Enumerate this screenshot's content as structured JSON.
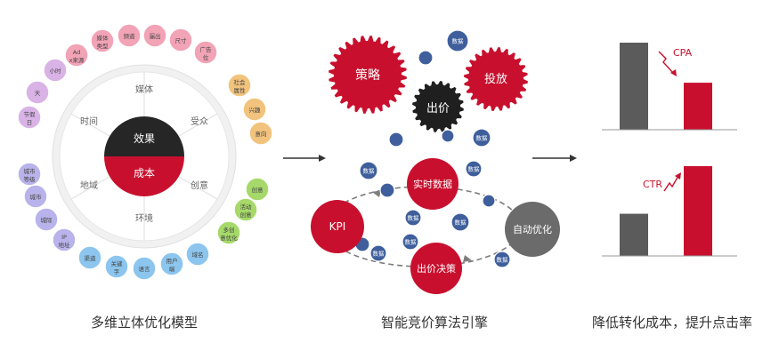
{
  "left": {
    "title": "多维立体优化模型",
    "center_top": "效果",
    "center_bottom": "成本",
    "ring_labels": [
      "媒体",
      "受众",
      "创意",
      "环境",
      "地域",
      "时间"
    ],
    "bubbles": {
      "pink": [
        "Adx来源",
        "媒体类型",
        "频道",
        "漏出",
        "尺寸",
        "广告位"
      ],
      "purple": [
        "小时",
        "天",
        "节假日"
      ],
      "orange": [
        "社会属性",
        "兴趣",
        "意向"
      ],
      "green": [
        "创意",
        "活动创意",
        "多创意优化"
      ],
      "violet": [
        "城市等级",
        "城市",
        "城际",
        "IP地址"
      ],
      "blue": [
        "渠道",
        "关键字",
        "语言",
        "用户端",
        "域名"
      ]
    },
    "colors": {
      "pink": "#f2a3b6",
      "purple": "#d9b3e6",
      "orange": "#f2c37d",
      "green": "#a6d96a",
      "violet": "#b8b3ea",
      "blue": "#8cc5ee",
      "dark": "#262626",
      "red": "#c8102e"
    }
  },
  "middle": {
    "title": "智能竞价算法引擎",
    "gears": [
      "策略",
      "投放",
      "出价"
    ],
    "nodes": {
      "realtime": "实时数据",
      "kpi": "KPI",
      "auto": "自动优化",
      "decision": "出价决策"
    },
    "small_label": "数据",
    "colors": {
      "red": "#c8102e",
      "dark": "#1f1f1f",
      "blue": "#3f5f9c",
      "grey": "#6b6b6b"
    }
  },
  "right": {
    "title": "降低转化成本，提升点击率",
    "top_chart": {
      "label": "CPA",
      "values": [
        1.0,
        0.54
      ],
      "colors": [
        "#5b5b5b",
        "#c8102e"
      ]
    },
    "bottom_chart": {
      "label": "CTR",
      "values": [
        0.47,
        1.0
      ],
      "colors": [
        "#5b5b5b",
        "#c8102e"
      ]
    }
  }
}
